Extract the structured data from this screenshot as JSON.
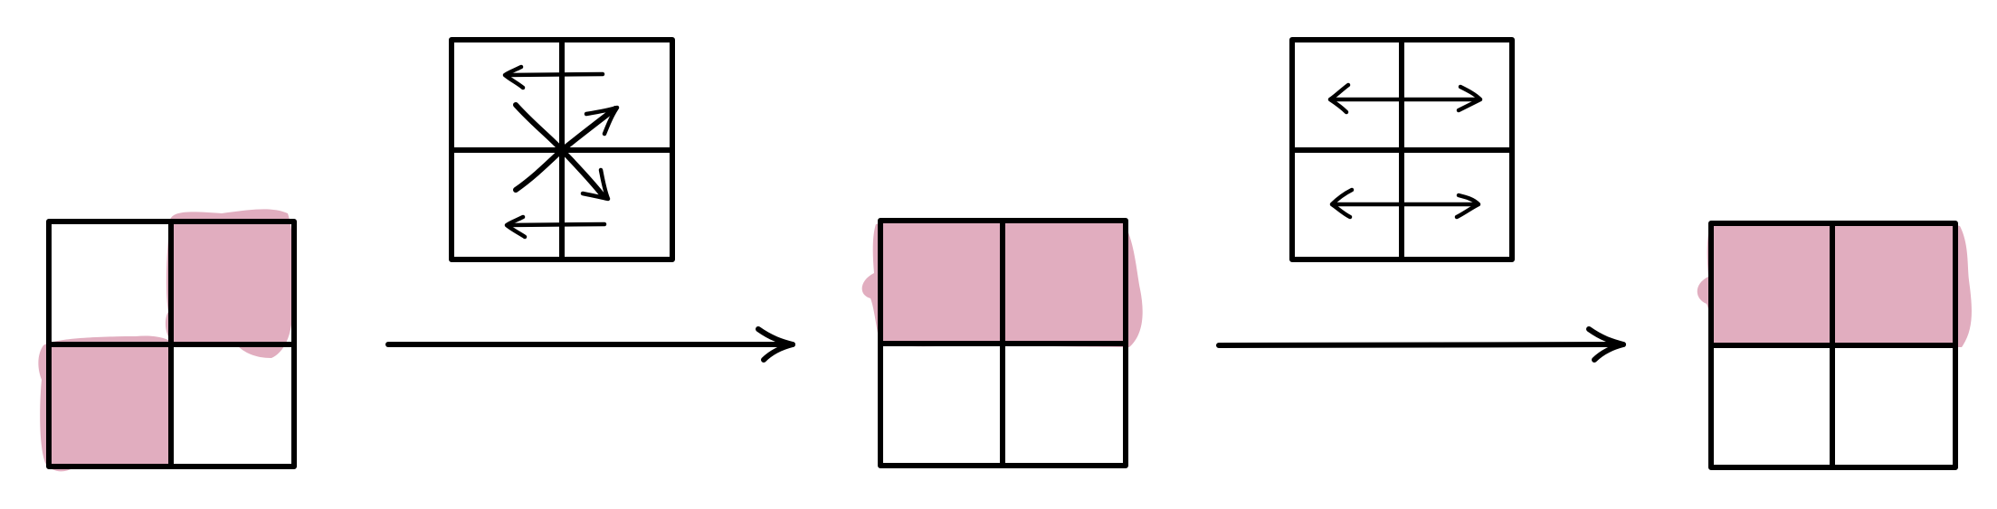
{
  "colors": {
    "background": "#ffffff",
    "stroke": "#000000",
    "highlight": "#e1adbf"
  },
  "steps": [
    {
      "name": "initial-grid",
      "highlighted_cells": [
        "top-right",
        "bottom-left"
      ]
    },
    {
      "name": "middle-grid",
      "highlighted_cells": [
        "top-left",
        "top-right"
      ]
    },
    {
      "name": "final-grid",
      "highlighted_cells": [
        "top-left",
        "top-right"
      ]
    }
  ],
  "operators": [
    {
      "name": "operator-1",
      "icons": [
        "left-arrow-icon",
        "diagonal-cross-arrows-icon",
        "left-arrow-icon"
      ]
    },
    {
      "name": "operator-2",
      "icons": [
        "double-headed-horizontal-arrow-icon",
        "double-headed-horizontal-arrow-icon"
      ]
    }
  ],
  "transitions": [
    "right-arrow-icon",
    "right-arrow-icon"
  ]
}
